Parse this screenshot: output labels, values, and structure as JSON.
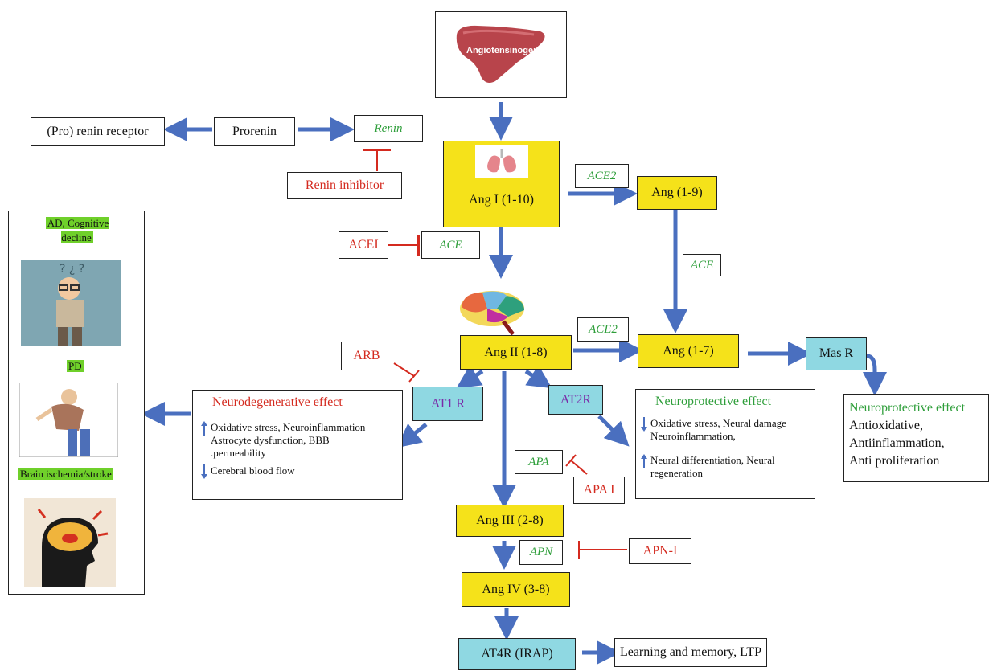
{
  "top": {
    "liver_label": "Angiotensinogen"
  },
  "renin_branch": {
    "receptor": "(Pro) renin receptor",
    "prorenin": "Prorenin",
    "renin": "Renin",
    "inhibitor": "Renin inhibitor"
  },
  "nodes": {
    "ang1": "Ang I (1-10)",
    "ang19": "Ang (1-9)",
    "ang2": "Ang II (1-8)",
    "ang17": "Ang (1-7)",
    "masr": "Mas R",
    "ang3": "Ang III (2-8)",
    "ang4": "Ang IV (3-8)",
    "at1r": "AT1 R",
    "at2r": "AT2R",
    "at4r": "AT4R (IRAP)"
  },
  "enzymes": {
    "ace2_top": "ACE2",
    "ace_mid": "ACE",
    "ace_right": "ACE",
    "ace2_low": "ACE2",
    "apa": "APA",
    "apn": "APN"
  },
  "inhibitors": {
    "acei": "ACEI",
    "arb": "ARB",
    "apai": "APA I",
    "apni": "APN-I"
  },
  "neurodegenerative": {
    "title": "Neurodegenerative effect",
    "line1": "Oxidative stress, Neuroinflammation",
    "line2": "Astrocyte dysfunction, BBB",
    "line3": ".permeability",
    "line4": "Cerebral blood flow"
  },
  "neuroprotective_mid": {
    "title": "Neuroprotective effect",
    "line1": "Oxidative stress, Neural damage",
    "line2": "Neuroinflammation,",
    "line3": "Neural differentiation, Neural",
    "line4": "regeneration"
  },
  "neuroprotective_right": {
    "title": "Neuroprotective effect",
    "line1": "Antioxidative,",
    "line2": "Antiinflammation,",
    "line3": "Anti proliferation"
  },
  "ltp": "Learning and memory, LTP",
  "diseases": {
    "ad": "AD, Cognitive decline",
    "pd": "PD",
    "stroke": "Brain ischemia/stroke"
  },
  "colors": {
    "arrow": "#4a6fbf",
    "inhibit": "#d42a1f",
    "node_yellow": "#f5e21a",
    "node_cyan": "#8fd8e2",
    "enzyme_green": "#2e9e3a",
    "highlight_green": "#6fd02a"
  }
}
